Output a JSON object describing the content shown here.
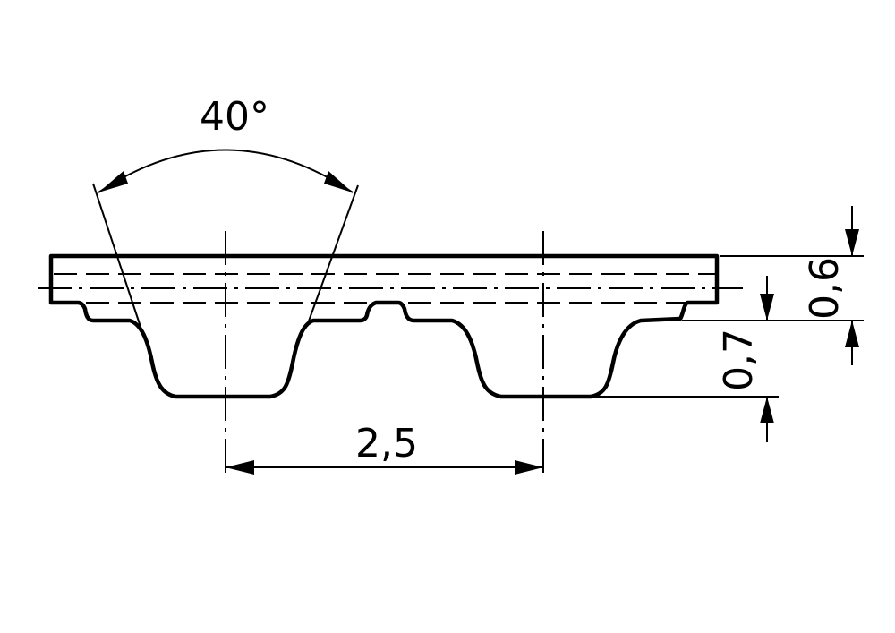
{
  "dimensions": {
    "angle": "40°",
    "pitch": "2,5",
    "belt_thickness": "0,6",
    "tooth_height": "0,7"
  }
}
